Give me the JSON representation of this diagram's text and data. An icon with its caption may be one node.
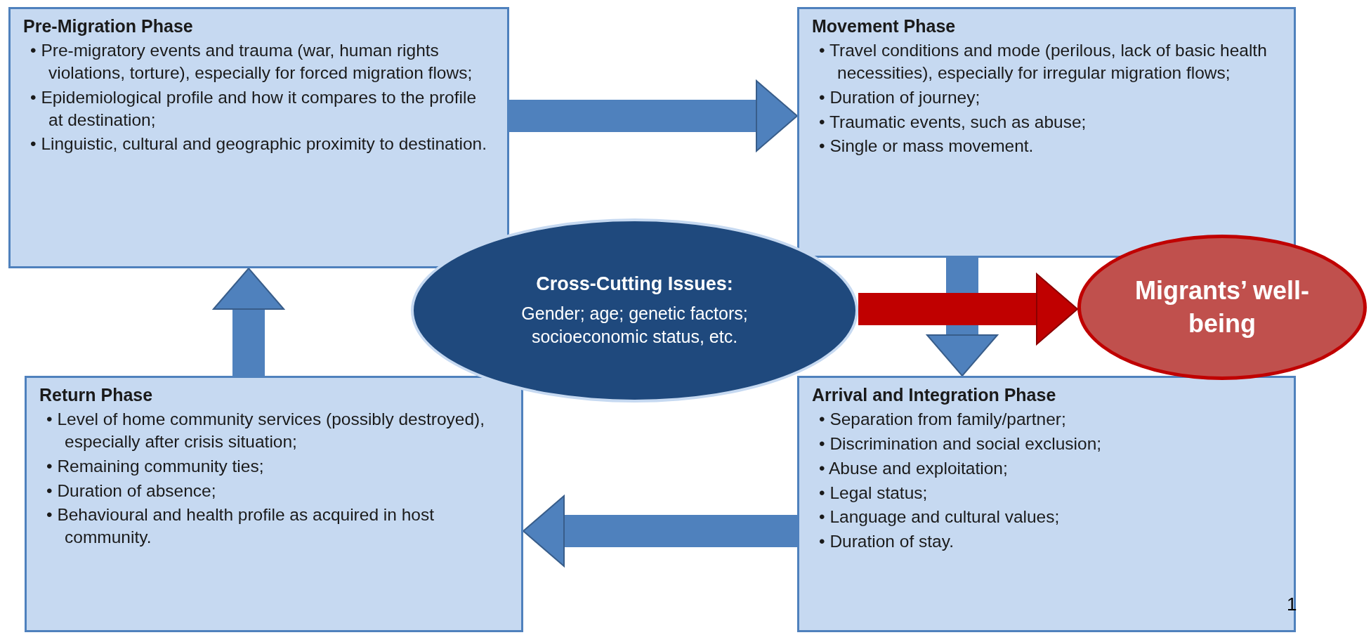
{
  "diagram": {
    "nodes": [
      {
        "text": [
          "Pre-Migration Phase",
          "• Pre-migratory events and trauma (war, human rights violations, torture), especially for forced migration flows;",
          "• Epidemiological profile and how it compares to the profile at destination;",
          "• Linguistic, cultural and geographic proximity to destination."
        ]
      },
      {
        "text": [
          "Movement Phase",
          "• Travel conditions and mode (perilous, lack of basic health necessities), especially for irregular migration flows;",
          "• Duration of journey;",
          "• Traumatic events, such as abuse;",
          "• Single or mass movement."
        ]
      },
      {
        "text": [
          "Cross-Cutting Issues:",
          "Gender; age; genetic factors; socioeconomic status, etc."
        ]
      },
      {
        "text": [
          "Migrants’ well-being"
        ]
      },
      {
        "text": [
          "Return Phase",
          "• Level of home community services (possibly destroyed), especially after crisis situation;",
          "• Remaining community ties;",
          "• Duration of absence;",
          "• Behavioural and health profile as acquired in host community."
        ]
      },
      {
        "text": [
          "Arrival and Integration Phase",
          "• Separation from family/partner;",
          "• Discrimination and social exclusion;",
          "• Abuse and exploitation;",
          "• Legal status;",
          "• Language and cultural values;",
          "• Duration of stay."
        ]
      }
    ],
    "edges": [
      {
        "from": 0,
        "to": 1,
        "arrow": "to"
      },
      {
        "from": 1,
        "to": 5,
        "arrow": "to"
      },
      {
        "from": 5,
        "to": 4,
        "arrow": "to"
      },
      {
        "from": 4,
        "to": 0,
        "arrow": "to"
      },
      {
        "from": 2,
        "to": 3,
        "arrow": "to",
        "color": "#c00000"
      }
    ],
    "labels": [
      "1"
    ]
  }
}
